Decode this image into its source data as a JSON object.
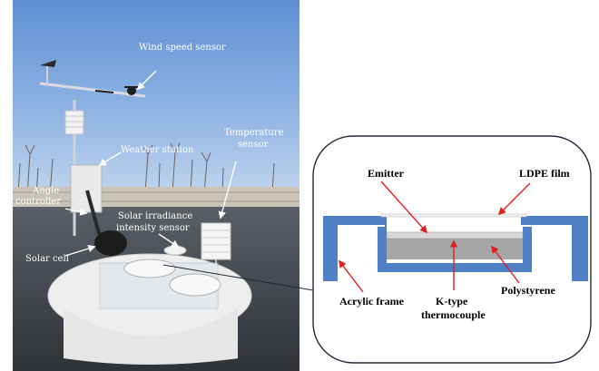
{
  "photo": {
    "labels": {
      "wind_speed_sensor": "Wind speed sensor",
      "temperature_sensor_line1": "Temperature",
      "temperature_sensor_line2": "sensor",
      "weather_station": "Weather station",
      "angle_controller_line1": "Angle",
      "angle_controller_line2": "controller",
      "solar_irradiance_line1": "Solar irradiance",
      "solar_irradiance_line2": "intensity sensor",
      "solar_cell": "Solar cell"
    }
  },
  "diagram": {
    "labels": {
      "emitter": "Emitter",
      "ldpe_film": "LDPE film",
      "acrylic_frame": "Acrylic frame",
      "k_type_line1": "K-type",
      "k_type_line2": "thermocouple",
      "polystyrene": "Polystyrene"
    },
    "colors": {
      "acrylic_frame": "#4f7fc4",
      "polystyrene": "#a6a6a6",
      "emitter": "#d9d9d9",
      "ldpe_film": "#f4f4f4",
      "arrow": "#e02020",
      "outline": "#1f2a3a"
    }
  }
}
